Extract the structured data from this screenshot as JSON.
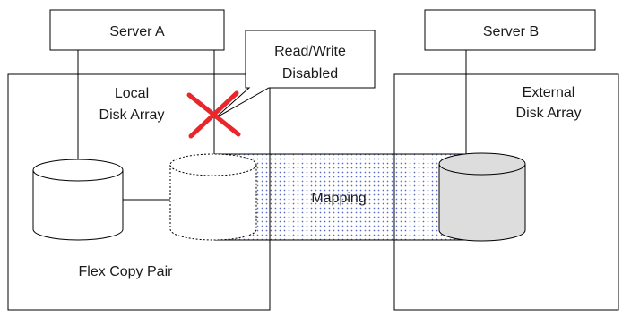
{
  "servers": {
    "a_label": "Server A",
    "b_label": "Server B"
  },
  "arrays": {
    "local_line1": "Local",
    "local_line2": "Disk Array",
    "external_line1": "External",
    "external_line2": "Disk Array"
  },
  "callout": {
    "line1": "Read/Write",
    "line2": "Disabled"
  },
  "mapping_label": "Mapping",
  "pair_label": "Flex Copy Pair",
  "colors": {
    "outline": "#000000",
    "cross": "#e8262b",
    "mapping_dots": "#5a6ec8",
    "external_volume_fill": "#dddddd"
  }
}
